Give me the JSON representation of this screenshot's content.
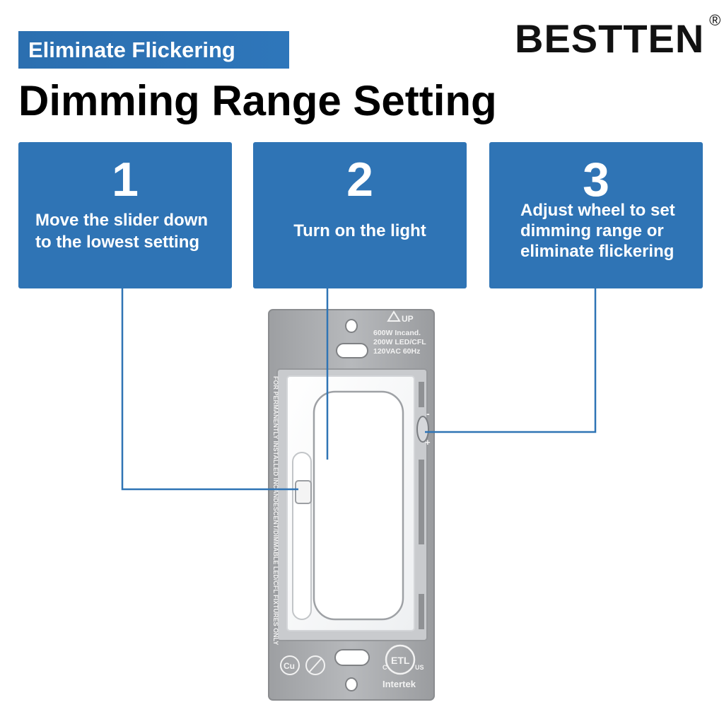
{
  "tag_label": "Eliminate Flickering",
  "brand": {
    "name": "BESTTEN",
    "mark": "®"
  },
  "headline": "Dimming Range Setting",
  "steps": [
    {
      "number": "1",
      "text": "Move the slider down to the lowest setting"
    },
    {
      "number": "2",
      "text": "Turn on the light"
    },
    {
      "number": "3",
      "text": "Adjust wheel to set dimming range or eliminate flickering"
    }
  ],
  "device": {
    "up_label": "UP",
    "ratings": [
      "600W Incand.",
      "200W LED/CFL",
      "120VAC 60Hz"
    ],
    "side_text": "FOR PERMANENTLY INSTALLED INCANDESCENT/DIMMABLE LED/CFL FIXTURES ONLY",
    "wheel_minus": "-",
    "wheel_plus": "+",
    "cert_text": "Intertek",
    "cert_marks": [
      "Cu",
      "ETL",
      "C",
      "US"
    ]
  },
  "colors": {
    "accent": "#2f74b5",
    "plate": "#a9abae",
    "paddle": "#ffffff"
  }
}
